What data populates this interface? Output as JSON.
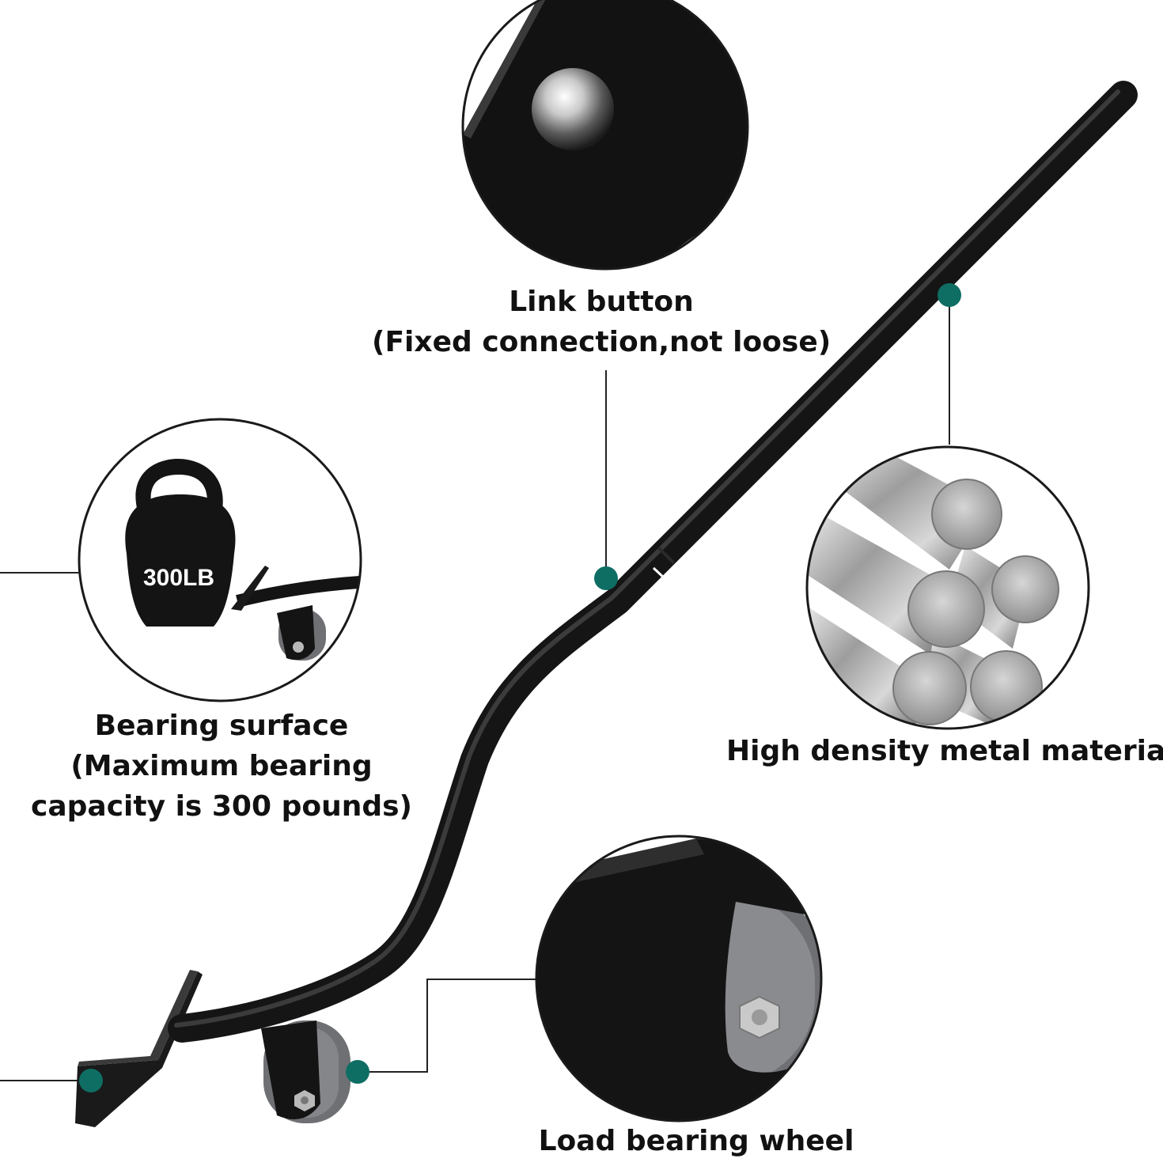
{
  "callouts": {
    "link_button": {
      "title": "Link button",
      "subtitle": "(Fixed connection,not loose)"
    },
    "bearing_surface": {
      "line1": "Bearing surface",
      "line2": "(Maximum bearing",
      "line3": "capacity is 300 pounds)"
    },
    "metal": {
      "title": "High density metal materia"
    },
    "wheel": {
      "title": "Load bearing wheel"
    }
  },
  "kettlebell_label": "300LB",
  "colors": {
    "marker": "#0e6e63",
    "tool": "#151515",
    "wheel": "#6f7074",
    "circle_border": "#1a1a1a",
    "text": "#111111"
  },
  "icons": [
    "kettlebell-icon",
    "ball-bearing-icon",
    "metal-rods-icon",
    "caster-wheel-icon"
  ]
}
